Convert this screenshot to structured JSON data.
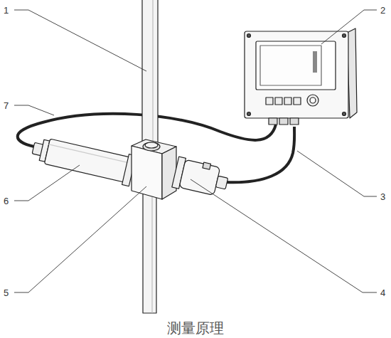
{
  "diagram": {
    "caption": "测量原理",
    "labels": [
      "1",
      "2",
      "3",
      "4",
      "5",
      "6",
      "7"
    ]
  }
}
